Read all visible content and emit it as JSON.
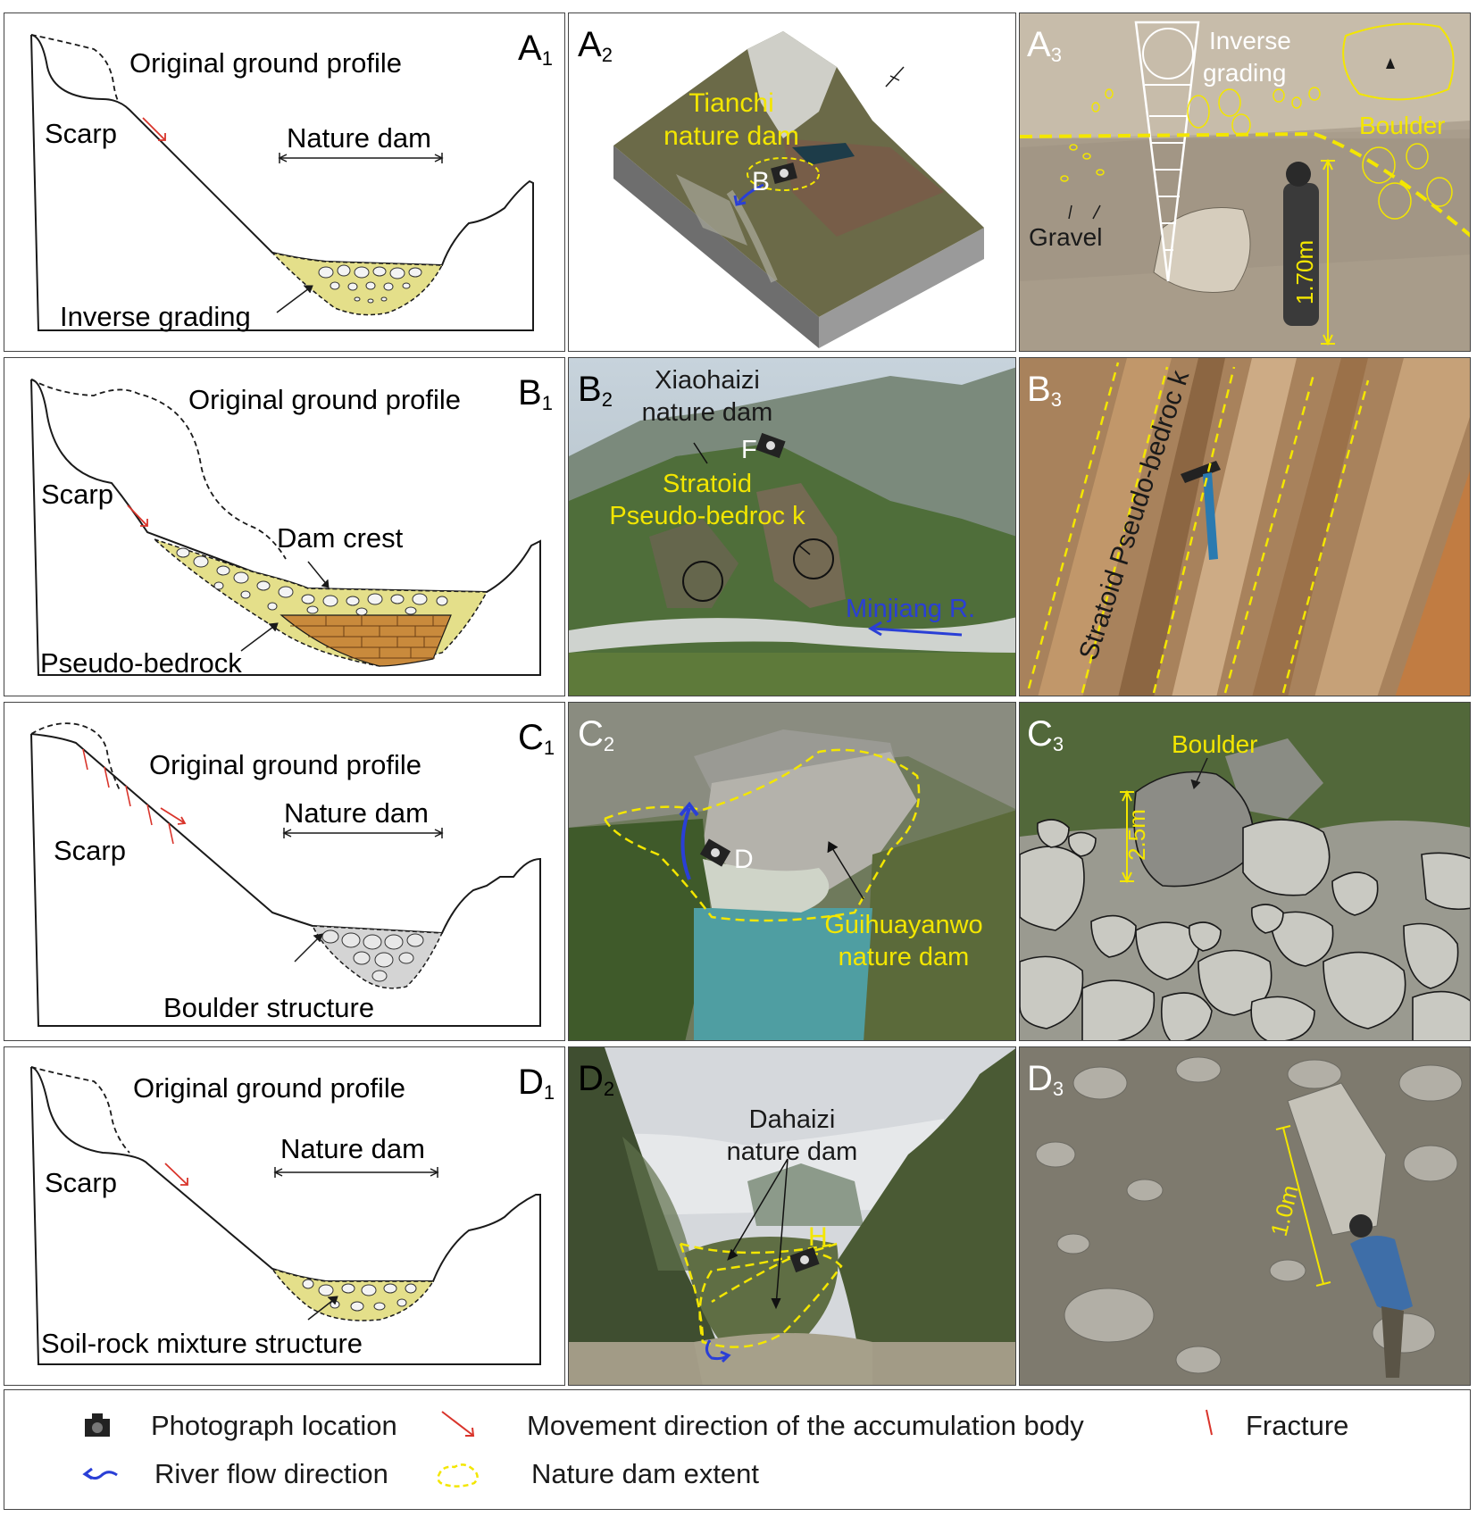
{
  "colors": {
    "fill_yellow": "#e4df8a",
    "yellow_label": "#f3e600",
    "red_arrow": "#d9342b",
    "blue_arrow": "#2a3fd6",
    "brick": "#c98a3c",
    "dark": "#1a1a1a"
  },
  "profiles": {
    "a1": {
      "label": "A",
      "sub": "1",
      "original": "Original ground profile",
      "scarp": "Scarp",
      "dam": "Nature  dam",
      "bottom": "Inverse grading"
    },
    "b1": {
      "label": "B",
      "sub": "1",
      "original": "Original ground profile",
      "scarp": "Scarp",
      "crest": "Dam crest",
      "bottom": "Pseudo-bedrock"
    },
    "c1": {
      "label": "C",
      "sub": "1",
      "original": "Original ground profile",
      "scarp": "Scarp",
      "dam": "Nature  dam",
      "bottom": "Boulder structure"
    },
    "d1": {
      "label": "D",
      "sub": "1",
      "original": "Original ground profile",
      "scarp": "Scarp",
      "dam": "Nature  dam",
      "bottom": "Soil-rock mixture structure"
    }
  },
  "photos": {
    "a2": {
      "label": "A",
      "sub": "2",
      "title_line1": "Tianchi",
      "title_line2": "nature dam",
      "cam": "B"
    },
    "a3": {
      "label": "A",
      "sub": "3",
      "grading_line1": "Inverse",
      "grading_line2": "grading",
      "boulder": "Boulder",
      "gravel": "Gravel",
      "height": "1.70m"
    },
    "b2": {
      "label": "B",
      "sub": "2",
      "title_line1": "Xiaohaizi",
      "title_line2": "nature dam",
      "cam": "F",
      "strat_line1": "Stratoid",
      "strat_line2": "Pseudo-bedroc k",
      "river": "Minjiang R."
    },
    "b3": {
      "label": "B",
      "sub": "3",
      "text": "Stratoid Pseudo-bedroc k"
    },
    "c2": {
      "label": "C",
      "sub": "2",
      "cam": "D",
      "title_line1": "Guihuayanwo",
      "title_line2": "nature dam"
    },
    "c3": {
      "label": "C",
      "sub": "3",
      "boulder": "Boulder",
      "height": "2.5m"
    },
    "d2": {
      "label": "D",
      "sub": "2",
      "title_line1": "Dahaizi",
      "title_line2": "nature dam",
      "cam": "H"
    },
    "d3": {
      "label": "D",
      "sub": "3",
      "height": "1.0m"
    }
  },
  "legend": {
    "photo": "Photograph location",
    "movement": "Movement direction of the accumulation body",
    "fracture": "Fracture",
    "river": "River flow direction",
    "extent": "Nature dam extent"
  }
}
